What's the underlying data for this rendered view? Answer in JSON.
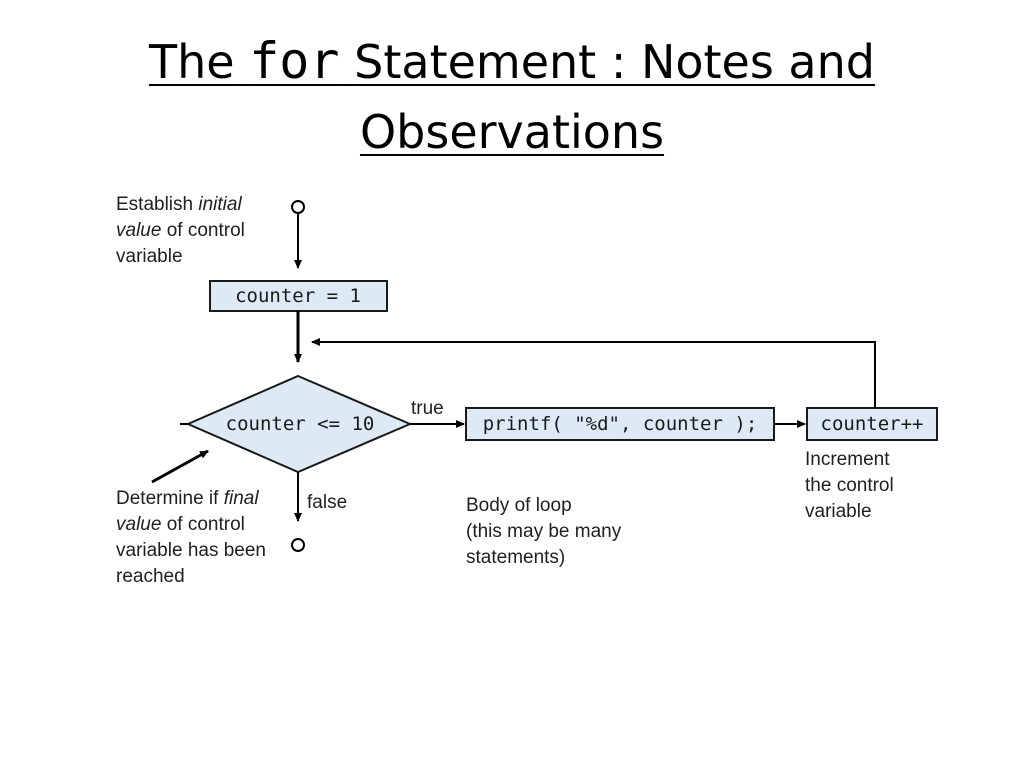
{
  "title": {
    "prefix": "The",
    "keyword": "for",
    "suffix": "Statement : Notes and",
    "line2": "Observations"
  },
  "flowchart": {
    "init_note": {
      "line1_plain": "Establish ",
      "line1_italic": "initial",
      "line2_italic": "value",
      "line2_plain": " of control",
      "line3": "variable"
    },
    "init_box": "counter = 1",
    "condition": "counter <= 10",
    "true_label": "true",
    "false_label": "false",
    "body_box": "printf( \"%d\", counter );",
    "increment_box": "counter++",
    "body_note": {
      "line1": "Body of loop",
      "line2": "(this may be many",
      "line3": "statements)"
    },
    "increment_note": {
      "line1": "Increment",
      "line2": "the control",
      "line3": "variable"
    },
    "final_note": {
      "line1_plain": "Determine if ",
      "line1_italic": "final",
      "line2_italic": "value",
      "line2_plain": " of control",
      "line3": "variable has been",
      "line4": "reached"
    }
  }
}
